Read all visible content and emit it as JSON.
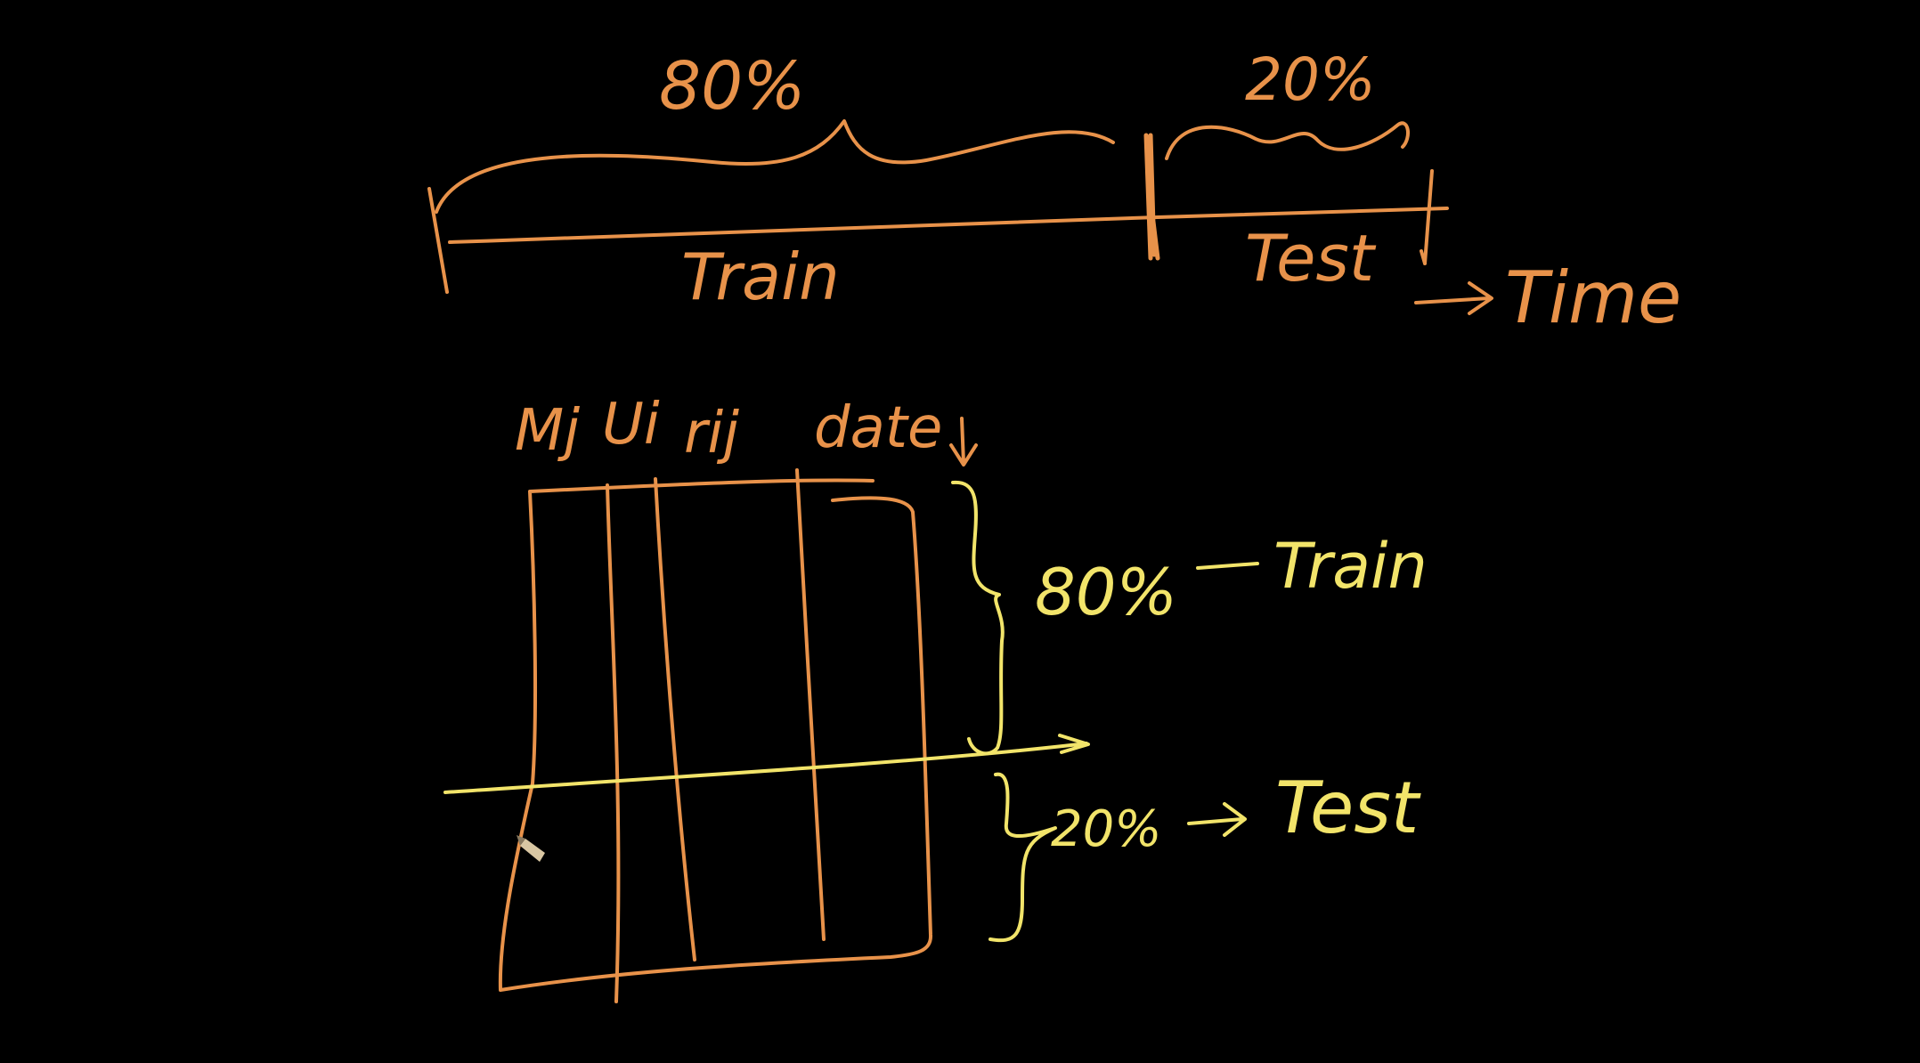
{
  "colors": {
    "background": "#000000",
    "orange_ink": "#e8924a",
    "yellow_ink": "#f2e46a"
  },
  "timeline": {
    "train_pct": "80%",
    "test_pct": "20%",
    "train_label": "Train",
    "test_label": "Test",
    "axis_label": "Time"
  },
  "table": {
    "columns": [
      "Mj",
      "Ui",
      "rij",
      "date"
    ]
  },
  "split": {
    "train_pct": "80%",
    "train_label": "Train",
    "test_pct": "20%",
    "test_label": "Test"
  }
}
